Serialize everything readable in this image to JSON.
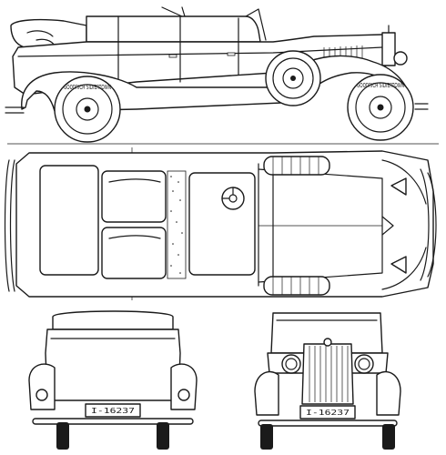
{
  "plates": {
    "rear": "I-16237",
    "front": "I-16237"
  },
  "tires": {
    "side_text": "GOODRICH SILVERTOWN"
  }
}
